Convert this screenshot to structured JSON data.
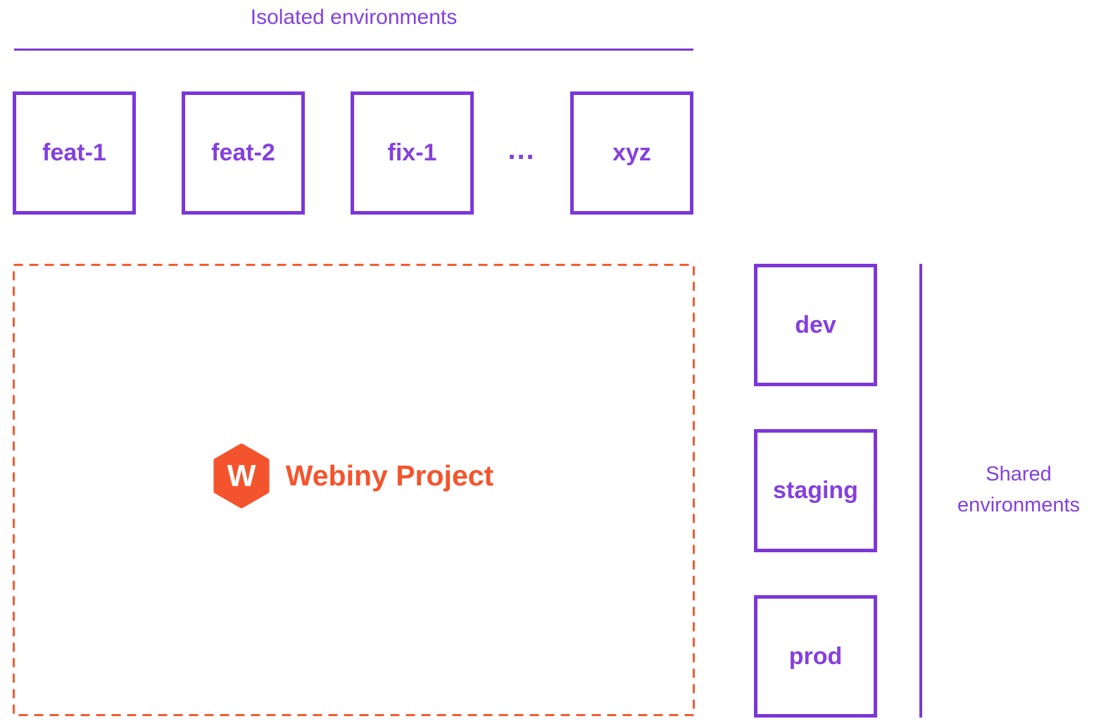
{
  "diagram": {
    "isolated": {
      "title": "Isolated environments",
      "boxes": [
        "feat-1",
        "feat-2",
        "fix-1",
        "xyz"
      ],
      "ellipsis": "..."
    },
    "project": {
      "name": "Webiny Project",
      "logo_letter": "W"
    },
    "shared": {
      "title": "Shared environments",
      "boxes": [
        "dev",
        "staging",
        "prod"
      ]
    },
    "colors": {
      "purple": "#7C36D9",
      "purple_text": "#8440DE",
      "orange": "#F4542D",
      "orange_dash": "#F15C33",
      "background": "#FFFFFF"
    }
  }
}
